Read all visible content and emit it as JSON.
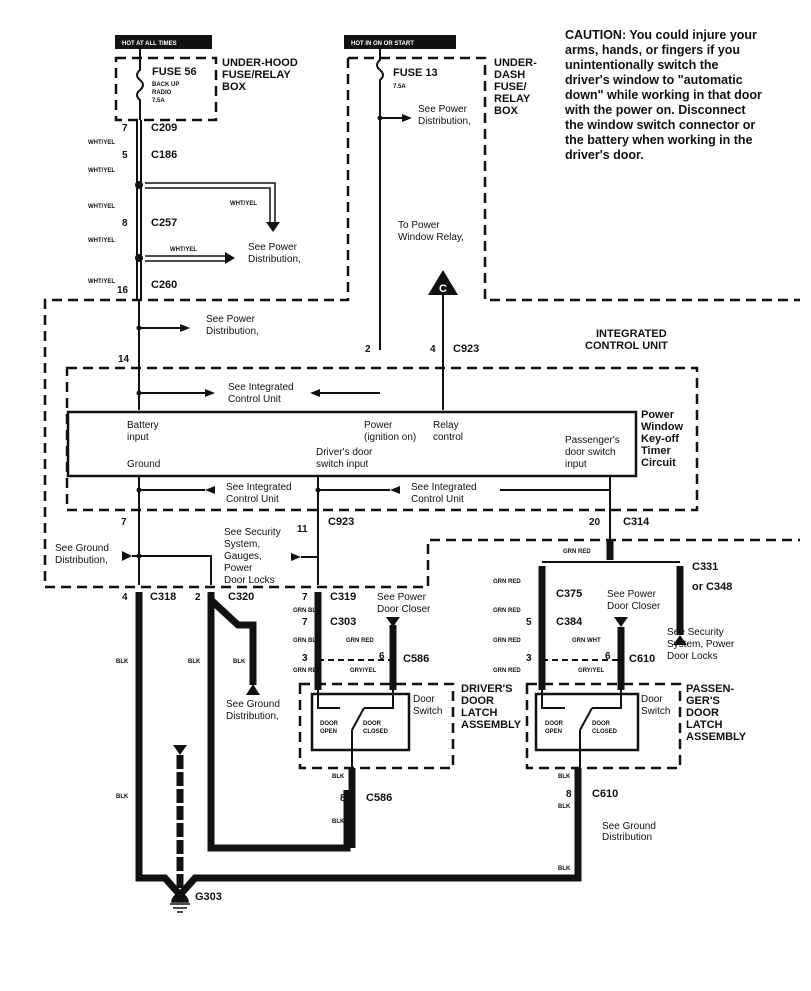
{
  "power_sources": {
    "hot_at_all_times": "HOT AT ALL TIMES",
    "hot_in_on_or_start": "HOT IN ON OR START"
  },
  "fuse_boxes": {
    "under_hood": {
      "title_lines": [
        "UNDER-HOOD",
        "FUSE/RELAY",
        "BOX"
      ],
      "fuse": "FUSE 56",
      "fuse_desc": [
        "BACK UP",
        "RADIO",
        "7.5A"
      ]
    },
    "under_dash": {
      "title_lines": [
        "UNDER-",
        "DASH",
        "FUSE/",
        "RELAY",
        "BOX"
      ],
      "fuse": "FUSE 13",
      "fuse_rating": "7.5A"
    }
  },
  "caution": "CAUTION: You could injure your arms, hands, or fingers if you unintentionally switch the driver's window to \"automatic down\" while working in that door with the power on. Disconnect the window switch connector or the battery when working in the driver's door.",
  "connectors": {
    "c209": {
      "pin": "7",
      "name": "C209"
    },
    "c186": {
      "pin": "5",
      "name": "C186"
    },
    "c257": {
      "pin": "8",
      "name": "C257"
    },
    "c260": {
      "pin": "16",
      "name": "C260"
    },
    "icu_14": "14",
    "icu_2": "2",
    "icu_4": "4",
    "c923_top": "C923",
    "icu_7": "7",
    "icu_11": "11",
    "c923_bottom": "C923",
    "c314": {
      "pin": "20",
      "name": "C314"
    },
    "c318": {
      "pin": "4",
      "name": "C318"
    },
    "c320": {
      "pin": "2",
      "name": "C320"
    },
    "c319": {
      "pin": "7",
      "name": "C319"
    },
    "c303": {
      "pin": "7",
      "name": "C303"
    },
    "c586_3": "3",
    "c586_6": "6",
    "c586": "C586",
    "c331": "C331",
    "c348": "or C348",
    "c375": "C375",
    "c384": {
      "pin": "5",
      "name": "C384"
    },
    "c610_3": "3",
    "c610_6": "6",
    "c610": "C610",
    "c586_b": {
      "pin": "8",
      "name": "C586"
    },
    "c610_b": {
      "pin": "8",
      "name": "C610"
    },
    "ground": "G303"
  },
  "wire_colors": {
    "wht_yel": "WHT/YEL",
    "grn_blu": "GRN BLU",
    "grn_red": "GRN RED",
    "gry_yel": "GRY/YEL",
    "grn_wht": "GRN WHT",
    "blk": "BLK"
  },
  "references": {
    "see_power_dist": [
      "See Power",
      "Distribution,"
    ],
    "see_icu": [
      "See Integrated",
      "Control Unit"
    ],
    "to_power_window_relay": [
      "To Power",
      "Window Relay,"
    ],
    "relay_marker": "C",
    "see_ground_dist": [
      "See Ground",
      "Distribution,"
    ],
    "see_security": [
      "See Security",
      "System,",
      "Gauges,",
      "Power",
      "Door Locks"
    ],
    "see_power_door_closer": [
      "See Power",
      "Door Closer"
    ],
    "see_security_2": [
      "See Security",
      "System, Power",
      "Door Locks"
    ],
    "see_ground_dist_2": [
      "See Ground",
      "Distribution"
    ]
  },
  "icu": {
    "title_lines": [
      "INTEGRATED",
      "CONTROL UNIT"
    ],
    "circuit_lines": [
      "Power",
      "Window",
      "Key-off",
      "Timer",
      "Circuit"
    ],
    "battery_input": [
      "Battery",
      "input"
    ],
    "ground": "Ground",
    "power": [
      "Power",
      "(ignition on)"
    ],
    "relay": [
      "Relay",
      "control"
    ],
    "driver_input": [
      "Driver's door",
      "switch input"
    ],
    "passenger_input": [
      "Passenger's",
      "door switch",
      "input"
    ]
  },
  "door_latch": {
    "driver_title": [
      "DRIVER'S",
      "DOOR",
      "LATCH",
      "ASSEMBLY"
    ],
    "passenger_title": [
      "PASSEN-",
      "GER'S",
      "DOOR",
      "LATCH",
      "ASSEMBLY"
    ],
    "door_switch": [
      "Door",
      "Switch"
    ],
    "door_open": [
      "DOOR",
      "OPEN"
    ],
    "door_closed": [
      "DOOR",
      "CLOSED"
    ]
  }
}
